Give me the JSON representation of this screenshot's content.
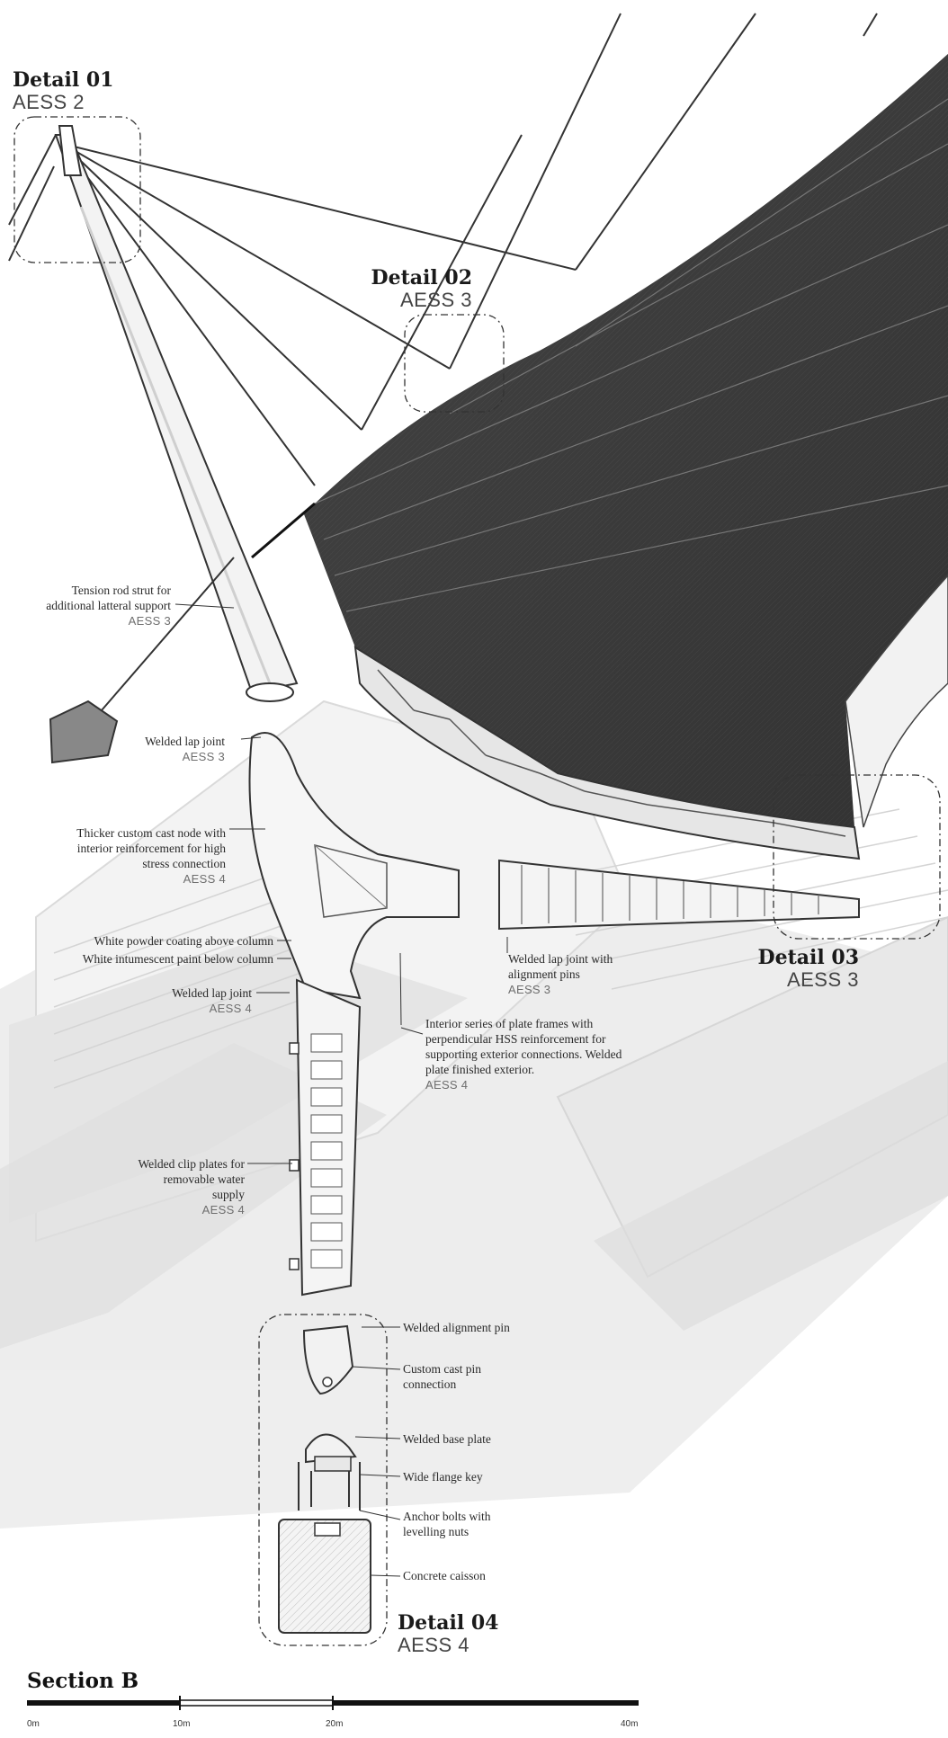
{
  "details": [
    {
      "id": "d1",
      "title": "Detail 01",
      "aess": "AESS 2"
    },
    {
      "id": "d2",
      "title": "Detail 02",
      "aess": "AESS 3"
    },
    {
      "id": "d3",
      "title": "Detail 03",
      "aess": "AESS 3"
    },
    {
      "id": "d4",
      "title": "Detail 04",
      "aess": "AESS 4"
    }
  ],
  "callouts": {
    "tension_rod": {
      "text": "Tension rod strut for additional latteral support",
      "aess": "AESS 3"
    },
    "lap_joint_top": {
      "text": "Welded lap joint",
      "aess": "AESS 3"
    },
    "cast_node": {
      "text": "Thicker custom cast node with interior reinforcement for high stress connection",
      "aess": "AESS 4"
    },
    "powder_coat": {
      "text": "White powder coating above column"
    },
    "intumescent": {
      "text": "White intumescent paint below column"
    },
    "lap_joint_mid": {
      "text": "Welded lap joint",
      "aess": "AESS 4"
    },
    "lap_joint_pins": {
      "text": "Welded lap joint with alignment pins",
      "aess": "AESS 3"
    },
    "plate_frames": {
      "text": "Interior series of plate frames with perpendicular HSS reinforcement for supporting exterior connections. Welded plate finished exterior.",
      "aess": "AESS 4"
    },
    "clip_plates": {
      "text": "Welded clip plates for removable water supply",
      "aess": "AESS 4"
    },
    "alignment_pin": {
      "text": "Welded alignment pin"
    },
    "cast_pin": {
      "text": "Custom cast pin connection"
    },
    "base_plate": {
      "text": "Welded base plate"
    },
    "flange_key": {
      "text": "Wide flange key"
    },
    "anchor_bolts": {
      "text": "Anchor bolts with levelling nuts"
    },
    "caisson": {
      "text": "Concrete caisson"
    }
  },
  "section": {
    "title": "Section B",
    "scale_ticks": [
      "0m",
      "10m",
      "20m",
      "40m"
    ]
  },
  "colors": {
    "roof": "#3a3a3a",
    "ground": "#e8e8e8",
    "line": "#333333",
    "ghost": "#d8d8d8"
  }
}
